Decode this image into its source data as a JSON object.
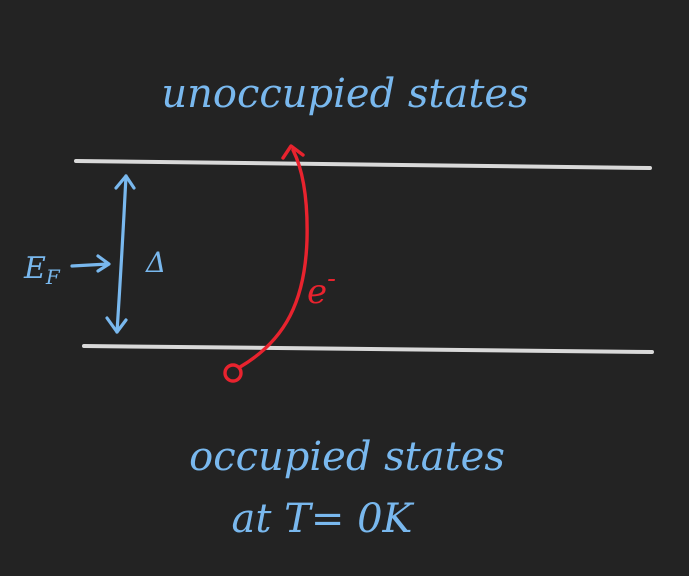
{
  "colors": {
    "background": "#232323",
    "band_edge": "#d9d9d9",
    "annotation": "#79b8ee",
    "electron": "#e8232e"
  },
  "labels": {
    "top": "unoccupied states",
    "bottom_line1": "occupied states",
    "bottom_line2": "at T= 0K",
    "fermi": "E",
    "fermi_sub": "F",
    "gap": "Δ",
    "electron": "e",
    "electron_sup": "-"
  },
  "icons": {
    "fermi_pointer": "right-arrow-icon",
    "gap_marker": "double-headed-arrow-icon",
    "electron_path": "curved-arrow-icon"
  }
}
